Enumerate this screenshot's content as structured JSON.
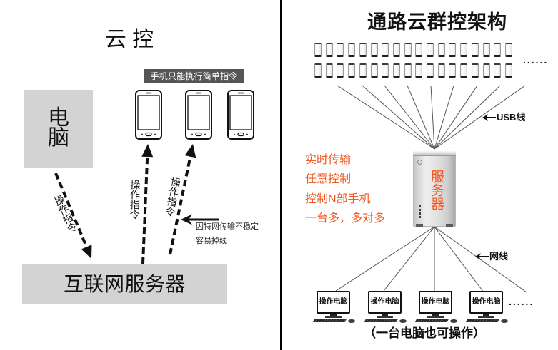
{
  "colors": {
    "accent": "#f25a22",
    "box_gray": "#d3d3d3",
    "label_bg": "#555555",
    "line": "#555555"
  },
  "left_panel": {
    "title": "云 控",
    "computer_box": {
      "line1": "电",
      "line2": "脑"
    },
    "phone_label": "手机只能执行简单指令",
    "arrow_labels": [
      "操作指令",
      "操作指令",
      "操作指令"
    ],
    "note": {
      "line1": "因特网传输不稳定",
      "line2": "容易掉线"
    },
    "server_box": "互联网服务器"
  },
  "right_panel": {
    "title": "通路云群控架构",
    "phone_grid": {
      "rows": 2,
      "per_row": 18
    },
    "more_phones": "......",
    "usb_label": "USB线",
    "features": [
      "实时传输",
      "任意控制",
      "控制N部手机",
      "一台多，多对多"
    ],
    "server_label": "服务器",
    "network_label": "网线",
    "computers": [
      {
        "label": "操作电脑"
      },
      {
        "label": "操作电脑"
      },
      {
        "label": "操作电脑"
      },
      {
        "label": "操作电脑"
      }
    ],
    "more_computers": "......",
    "caption": "（一台电脑也可操作）"
  }
}
